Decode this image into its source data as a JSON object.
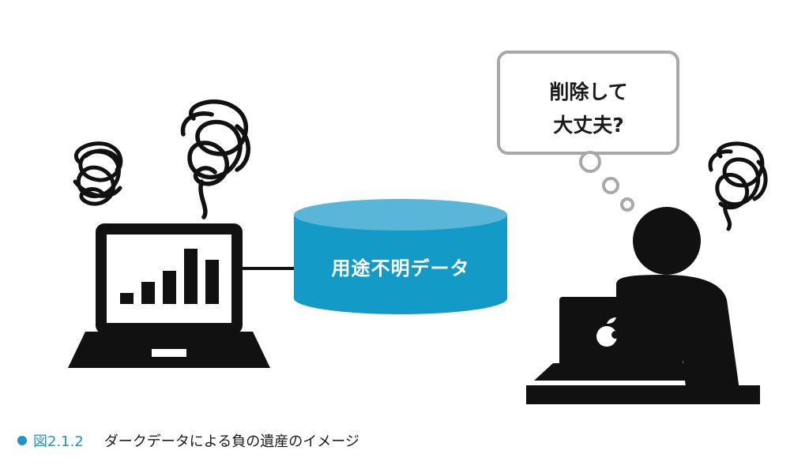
{
  "database": {
    "label": "用途不明データ"
  },
  "speech_bubble": {
    "line1": "削除して",
    "line2": "大丈夫?"
  },
  "caption": {
    "figure_number": "図2.1.2",
    "text": "ダークデータによる負の遺産のイメージ"
  },
  "colors": {
    "accent": "#1e95c6",
    "db_side": "#139ac6",
    "db_top": "#5ab6d8",
    "icon": "#111111",
    "bubble_border": "#a8a8a8"
  },
  "chart_on_screen": {
    "values": [
      1,
      2,
      3,
      5,
      4
    ]
  }
}
